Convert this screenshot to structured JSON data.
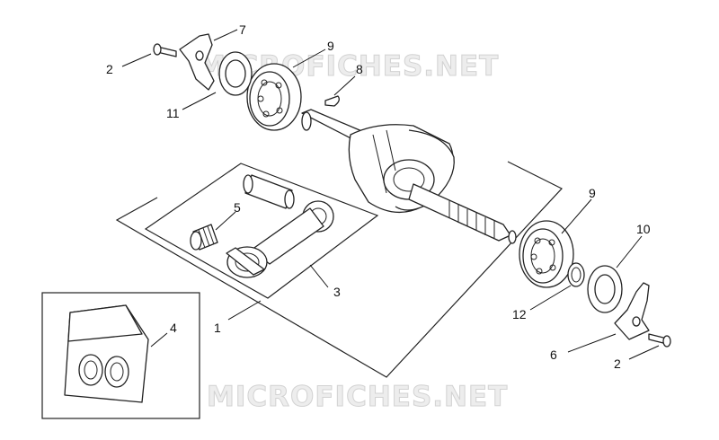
{
  "watermark": {
    "top": "MICROFICHES.NET",
    "bottom": "MICROFICHES.NET"
  },
  "callouts": {
    "c1": "1",
    "c2a": "2",
    "c2b": "2",
    "c3": "3",
    "c4": "4",
    "c5": "5",
    "c6": "6",
    "c7": "7",
    "c8": "8",
    "c9a": "9",
    "c9b": "9",
    "c10": "10",
    "c11": "11",
    "c12": "12"
  }
}
